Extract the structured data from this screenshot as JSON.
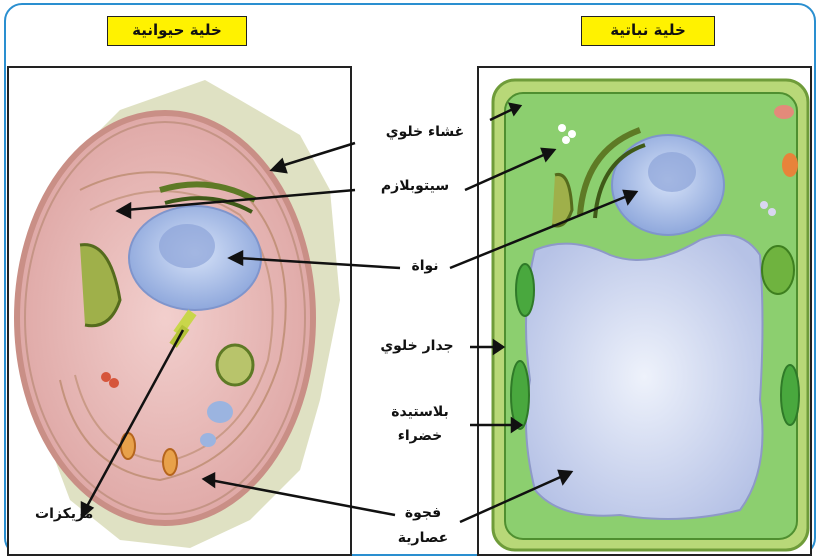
{
  "titles": {
    "animal_cell": "خلية حيوانية",
    "plant_cell": "خلية نباتية"
  },
  "labels": {
    "cell_membrane": "غشاء خلوي",
    "cytoplasm": "سيتوبلازم",
    "nucleus": "نواة",
    "cell_wall": "جدار خلوي",
    "chloroplast_line1": "بلاستيدة",
    "chloroplast_line2": "خضراء",
    "vacuole_line1": "فجوة",
    "vacuole_line2": "عصارية",
    "centrioles": "مريكزات"
  },
  "colors": {
    "frame": "#2a8fd0",
    "title_bg": "#fff200",
    "animal_cytoplasm": "#e9b3b0",
    "nucleus": "#a9bde6",
    "plant_cytoplasm": "#8ccf6f",
    "vacuole": "#c9d3ef",
    "cell_wall": "#b8d878"
  }
}
